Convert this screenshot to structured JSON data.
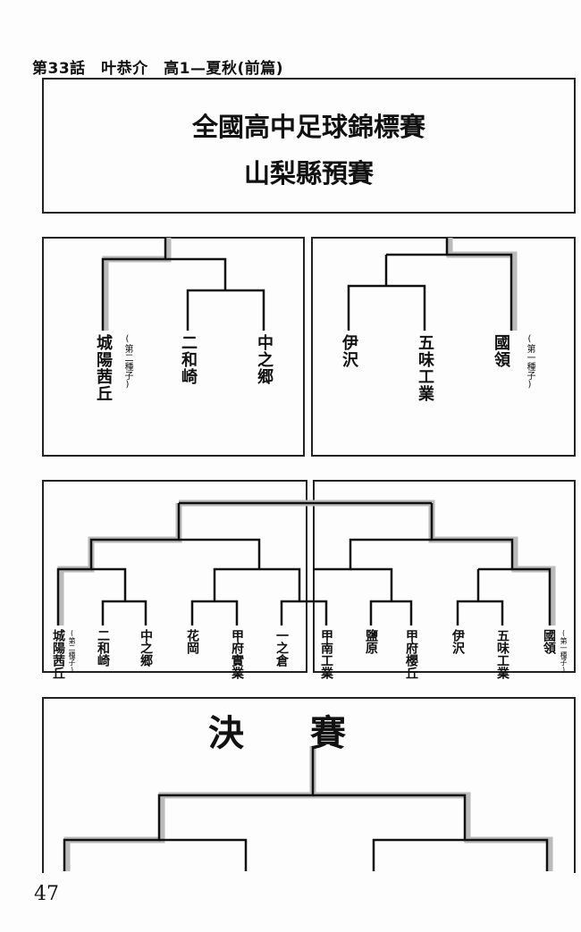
{
  "header": "第33話　叶恭介　高1—夏秋(前篇)",
  "title": {
    "line1": "全國高中足球錦標賽",
    "line2": "山梨縣預賽"
  },
  "top_brackets": {
    "left": {
      "teams": [
        "城陽茜丘",
        "二和崎",
        "中之郷"
      ],
      "seed_note": "(第二種子)"
    },
    "right": {
      "teams": [
        "伊沢",
        "五味工業",
        "國領"
      ],
      "seed_note": "(第一種子)"
    }
  },
  "full_bracket": {
    "teams": [
      "城陽茜丘",
      "二和崎",
      "中之郷",
      "花岡",
      "甲府實業",
      "一之倉",
      "甲南工業",
      "鹽原",
      "甲府櫻丘",
      "伊沢",
      "五味工業",
      "國領"
    ],
    "seed_left": "(第二種子)",
    "seed_right": "(第一種子)"
  },
  "final": {
    "label": "決 賽"
  },
  "page_number": "47"
}
